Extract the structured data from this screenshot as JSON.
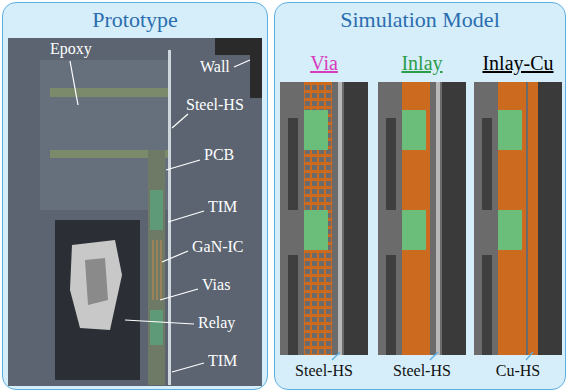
{
  "diagram": {
    "nodes": [
      {
        "text": [
          "Prototype"
        ]
      },
      {
        "text": [
          "Simulation Model"
        ]
      }
    ],
    "labels": [
      "Epoxy",
      "Wall",
      "Steel-HS",
      "PCB",
      "TIM",
      "GaN-IC",
      "Vias",
      "Relay",
      "TIM",
      "Via",
      "Inlay",
      "Inlay-Cu",
      "Steel-HS",
      "Steel-HS",
      "Cu-HS"
    ]
  }
}
